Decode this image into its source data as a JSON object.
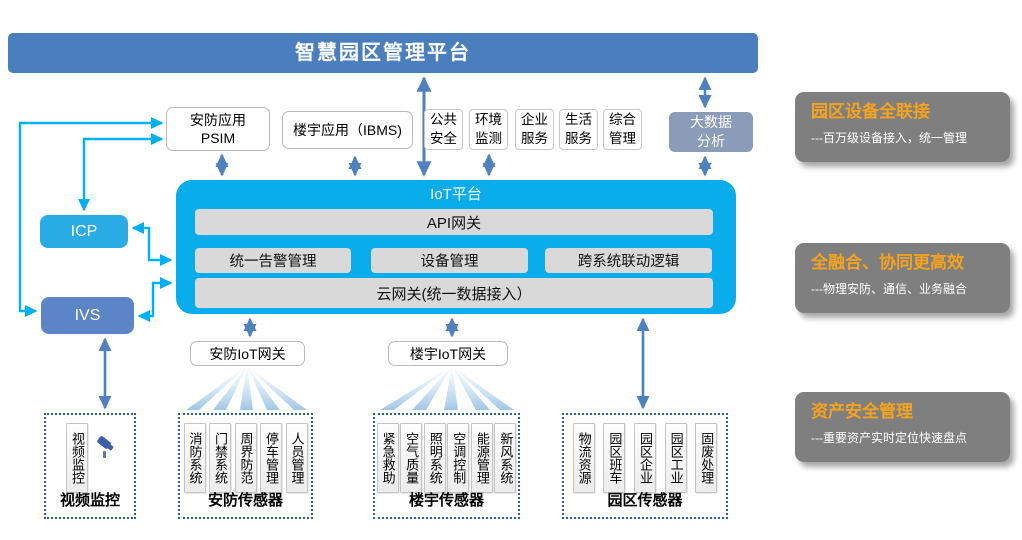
{
  "banner": {
    "title": "智慧园区管理平台"
  },
  "apps": {
    "psim": {
      "line1": "安防应用",
      "line2": "PSIM"
    },
    "ibms": {
      "label": "楼宇应用（IBMS)"
    },
    "small": [
      {
        "label": "公共安全"
      },
      {
        "label": "环境监测"
      },
      {
        "label": "企业服务"
      },
      {
        "label": "生活服务"
      },
      {
        "label": "综合管理"
      }
    ],
    "bigdata": {
      "line1": "大数据",
      "line2": "分析"
    }
  },
  "left": {
    "icp": {
      "label": "ICP"
    },
    "ivs": {
      "label": "IVS"
    }
  },
  "iot": {
    "title": "IoT平台",
    "api": "API网关",
    "modules": [
      "统一告警管理",
      "设备管理",
      "跨系统联动逻辑"
    ],
    "cloud": "云网关(统一数据接入）"
  },
  "gateways": [
    {
      "label": "安防IoT网关"
    },
    {
      "label": "楼宇IoT网关"
    }
  ],
  "groups": [
    {
      "label": "视频监控",
      "items": [
        "视频监控"
      ]
    },
    {
      "label": "安防传感器",
      "items": [
        "消防系统",
        "门禁系统",
        "周界防范",
        "停车管理",
        "人员管理"
      ]
    },
    {
      "label": "楼宇传感器",
      "items": [
        "紧急救助",
        "空气质量",
        "照明系统",
        "空调控制",
        "能源管理",
        "新风系统"
      ]
    },
    {
      "label": "园区传感器",
      "items": [
        "物流资源",
        "园区班车",
        "园区企业",
        "园区工业",
        "固废处理"
      ]
    }
  ],
  "benefits": [
    {
      "title": "园区设备全联接",
      "desc": "---百万级设备接入，统一管理"
    },
    {
      "title": "全融合、协同更高效",
      "desc": "---物理安防、通信、业务融合"
    },
    {
      "title": "资产安全管理",
      "desc": "---重要资产实时定位快速盘点"
    }
  ],
  "colors": {
    "banner_blue": "#4a7ebc",
    "iot_cyan": "#0aadec",
    "connector_cyan": "#00b0f0",
    "arrow_steel_blue": "#4f81bd",
    "icp_cyan": "#29abe3",
    "ivs_blue": "#5b85c6",
    "bigdata_gray_blue": "#8b9cb8",
    "module_gray": "#d9d9d9",
    "panel_gray": "#7f7f7f",
    "highlight_orange": "#f5a31f",
    "dashed_border_navy": "#2e5a9e"
  }
}
